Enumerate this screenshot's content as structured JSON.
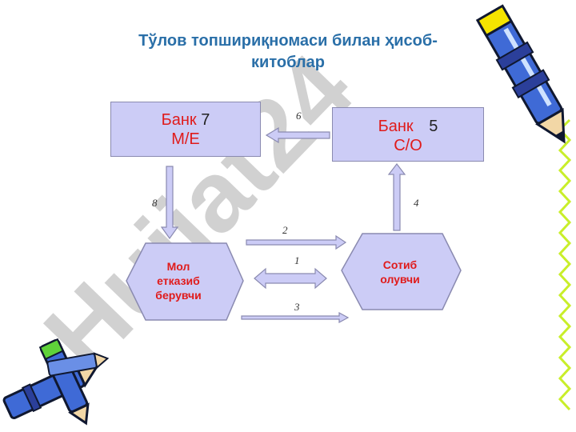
{
  "title": {
    "line1": "Тўлов топшириқномаси билан ҳисоб-",
    "line2": "китоблар"
  },
  "nodes": {
    "bank_left": {
      "name": "Банк",
      "number": "7",
      "sub": "М/Е"
    },
    "bank_right": {
      "name": "Банк",
      "number": "5",
      "sub": "С/О"
    },
    "supplier": {
      "line1": "Мол",
      "line2": "етказиб",
      "line3": "берувчи"
    },
    "buyer": {
      "line1": "Сотиб",
      "line2": "олувчи"
    }
  },
  "arrow_labels": {
    "a1": "1",
    "a2": "2",
    "a3": "3",
    "a4": "4",
    "a6": "6",
    "a8": "8"
  },
  "watermark": {
    "text": "Hujjat24"
  },
  "colors": {
    "title": "#2a6fa8",
    "box_fill": "#ccccf6",
    "label_red": "#e01b1b",
    "hex_fill": "#ccccf6",
    "arrow_fill": "#ccccf6",
    "arrow_stroke": "#8a8ab0",
    "pencil_blue": "#4a6fd0",
    "pencil_yellow": "#f5e400"
  },
  "decorations": [
    "pencil-icon-top-right",
    "pencil-icon-bottom-left",
    "zigzag-border-right"
  ]
}
